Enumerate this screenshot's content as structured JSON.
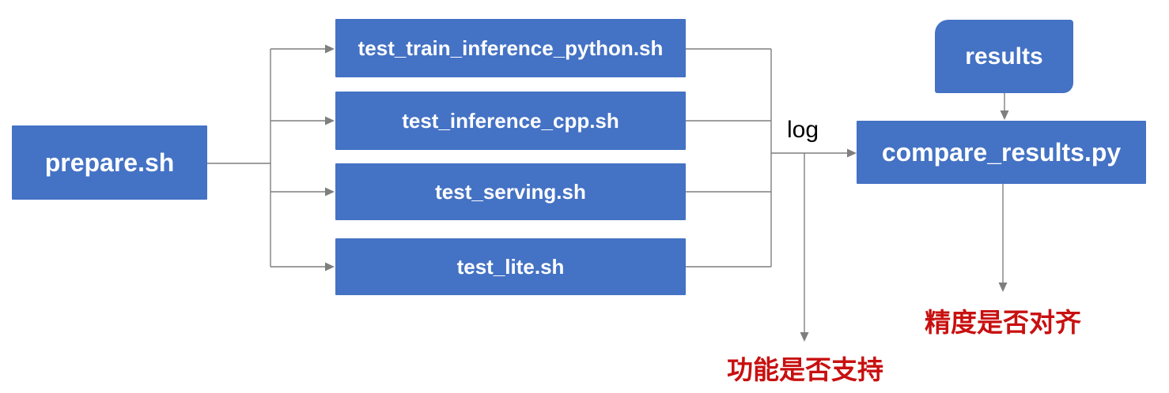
{
  "diagram": {
    "nodes": {
      "prepare": {
        "label": "prepare.sh"
      },
      "test_train": {
        "label": "test_train_inference_python.sh"
      },
      "test_cpp": {
        "label": "test_inference_cpp.sh"
      },
      "test_serving": {
        "label": "test_serving.sh"
      },
      "test_lite": {
        "label": "test_lite.sh"
      },
      "compare": {
        "label": "compare_results.py"
      },
      "results": {
        "label": "results"
      }
    },
    "edge_labels": {
      "log": "log"
    },
    "annotations": {
      "accuracy": "精度是否对齐",
      "functionality": "功能是否支持"
    },
    "colors": {
      "node_fill": "#4472C4",
      "node_text": "#FFFFFF",
      "line": "#7F7F7F",
      "annotation_text": "#C81010",
      "edge_label_text": "#000000",
      "background": "#FFFFFF"
    }
  }
}
